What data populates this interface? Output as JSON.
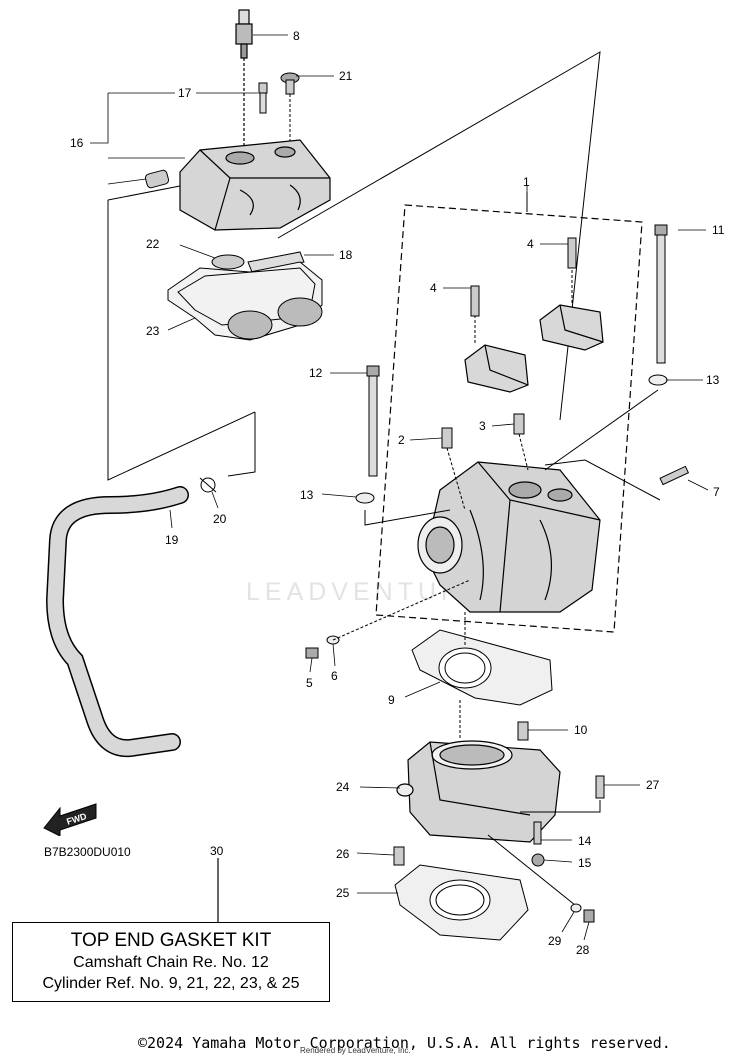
{
  "diagram": {
    "code": "B7B2300DU010",
    "fwd_label": "FWD",
    "watermark": "LEADVENTURE",
    "callouts": [
      {
        "id": "c1",
        "text": "1"
      },
      {
        "id": "c2",
        "text": "2"
      },
      {
        "id": "c3",
        "text": "3"
      },
      {
        "id": "c4a",
        "text": "4"
      },
      {
        "id": "c4b",
        "text": "4"
      },
      {
        "id": "c5",
        "text": "5"
      },
      {
        "id": "c6",
        "text": "6"
      },
      {
        "id": "c7",
        "text": "7"
      },
      {
        "id": "c8",
        "text": "8"
      },
      {
        "id": "c9",
        "text": "9"
      },
      {
        "id": "c10",
        "text": "10"
      },
      {
        "id": "c11",
        "text": "11"
      },
      {
        "id": "c12",
        "text": "12"
      },
      {
        "id": "c13a",
        "text": "13"
      },
      {
        "id": "c13b",
        "text": "13"
      },
      {
        "id": "c14",
        "text": "14"
      },
      {
        "id": "c15",
        "text": "15"
      },
      {
        "id": "c16",
        "text": "16"
      },
      {
        "id": "c17",
        "text": "17"
      },
      {
        "id": "c18",
        "text": "18"
      },
      {
        "id": "c19",
        "text": "19"
      },
      {
        "id": "c20",
        "text": "20"
      },
      {
        "id": "c21",
        "text": "21"
      },
      {
        "id": "c22",
        "text": "22"
      },
      {
        "id": "c23",
        "text": "23"
      },
      {
        "id": "c24",
        "text": "24"
      },
      {
        "id": "c25",
        "text": "25"
      },
      {
        "id": "c26",
        "text": "26"
      },
      {
        "id": "c27",
        "text": "27"
      },
      {
        "id": "c28",
        "text": "28"
      },
      {
        "id": "c29",
        "text": "29"
      },
      {
        "id": "c30",
        "text": "30"
      }
    ]
  },
  "kit": {
    "title": "TOP END GASKET KIT",
    "line1": "Camshaft Chain Re. No. 12",
    "line2": "Cylinder Ref. No. 9, 21, 22, 23, & 25"
  },
  "footer": {
    "copyright": "©2024 Yamaha Motor Corporation, U.S.A. All rights reserved.",
    "rendered_by": "Rendered by LeadVenture, Inc."
  }
}
